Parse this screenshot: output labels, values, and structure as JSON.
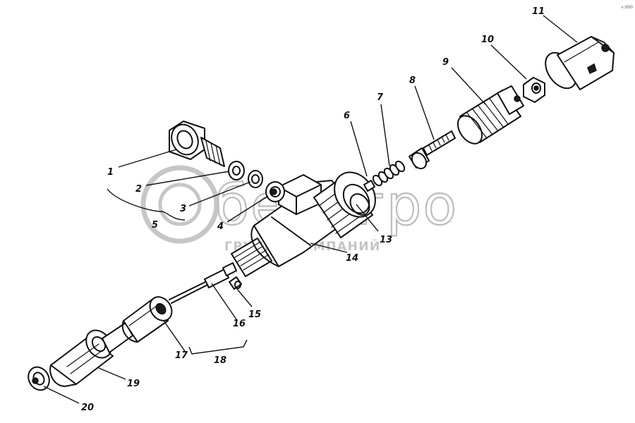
{
  "watermark": {
    "brand": "бельгро",
    "subtitle": "ГРУППА КОМПАНИЙ"
  },
  "corner_mark": "ч.000",
  "callouts": {
    "c1": "1",
    "c2": "2",
    "c3": "3",
    "c4": "4",
    "c5": "5",
    "c6": "6",
    "c7": "7",
    "c8": "8",
    "c9": "9",
    "c10": "10",
    "c11": "11",
    "c13": "13",
    "c14": "14",
    "c15": "15",
    "c16": "16",
    "c17": "17",
    "c18": "18",
    "c19": "19",
    "c20": "20"
  }
}
